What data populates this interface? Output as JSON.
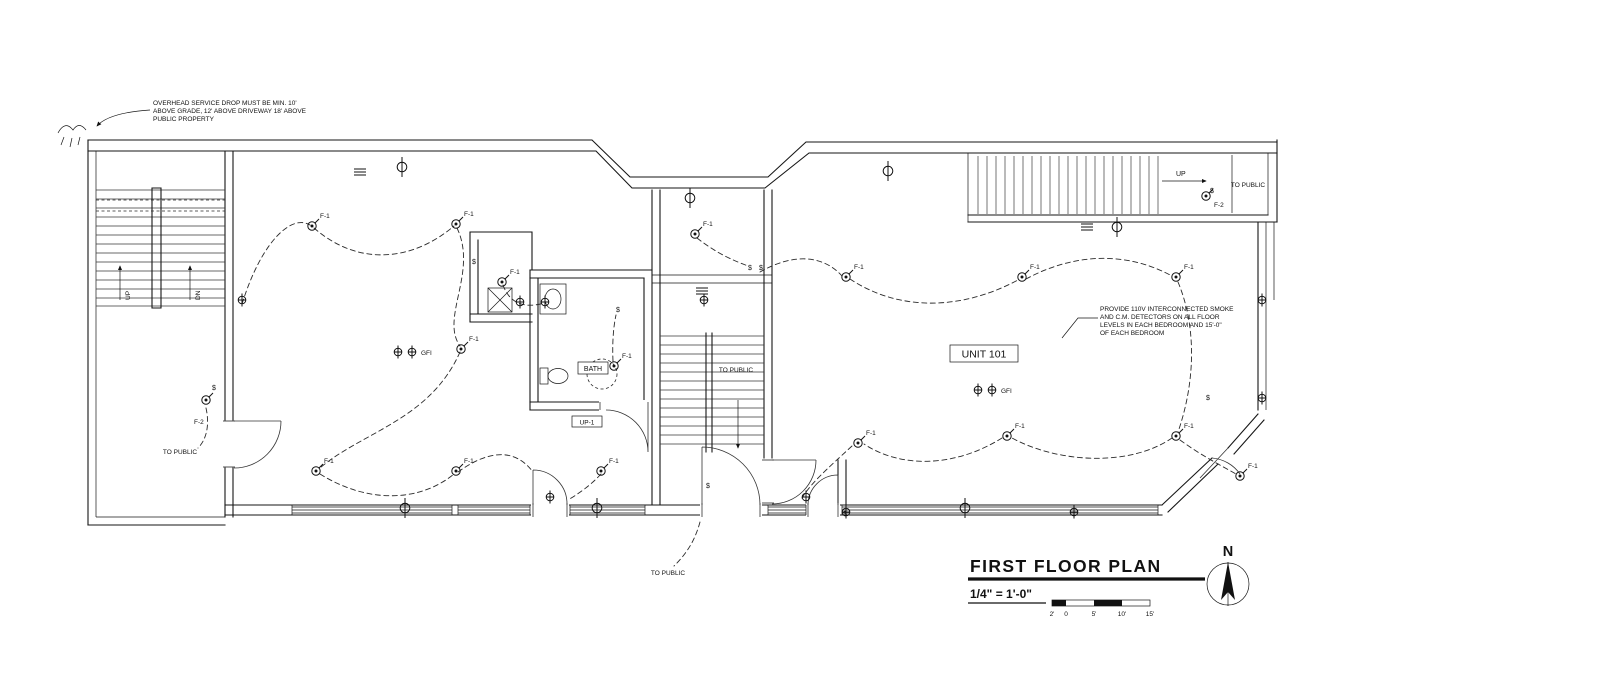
{
  "title_block": {
    "title": "FIRST FLOOR PLAN",
    "scale": "1/4\" = 1'-0\"",
    "north": "N"
  },
  "scale_bar": {
    "ticks": [
      "2'",
      "0",
      "5'",
      "10'",
      "15'"
    ]
  },
  "unit": {
    "label": "UNIT 101"
  },
  "rooms": {
    "bath": "BATH",
    "stair_tag": "UP-1"
  },
  "stairs": {
    "up": "UP",
    "dn": "DN"
  },
  "circulation": {
    "to_public": "TO PUBLIC"
  },
  "notes": {
    "service_drop": [
      "OVERHEAD SERVICE DROP MUST BE MIN. 10'",
      "ABOVE GRADE, 12' ABOVE DRIVEWAY 18' ABOVE",
      "PUBLIC PROPERTY"
    ],
    "smoke": [
      "PROVIDE 110V INTERCONNECTED SMOKE",
      "AND C.M. DETECTORS ON ALL FLOOR",
      "LEVELS IN EACH BEDROOM AND 15'-0\"",
      "OF EACH BEDROOM"
    ]
  },
  "fixtures": {
    "f1": "F-1",
    "f2": "F-2",
    "gfi": "GFI"
  },
  "symbols": {
    "switch": "$"
  }
}
